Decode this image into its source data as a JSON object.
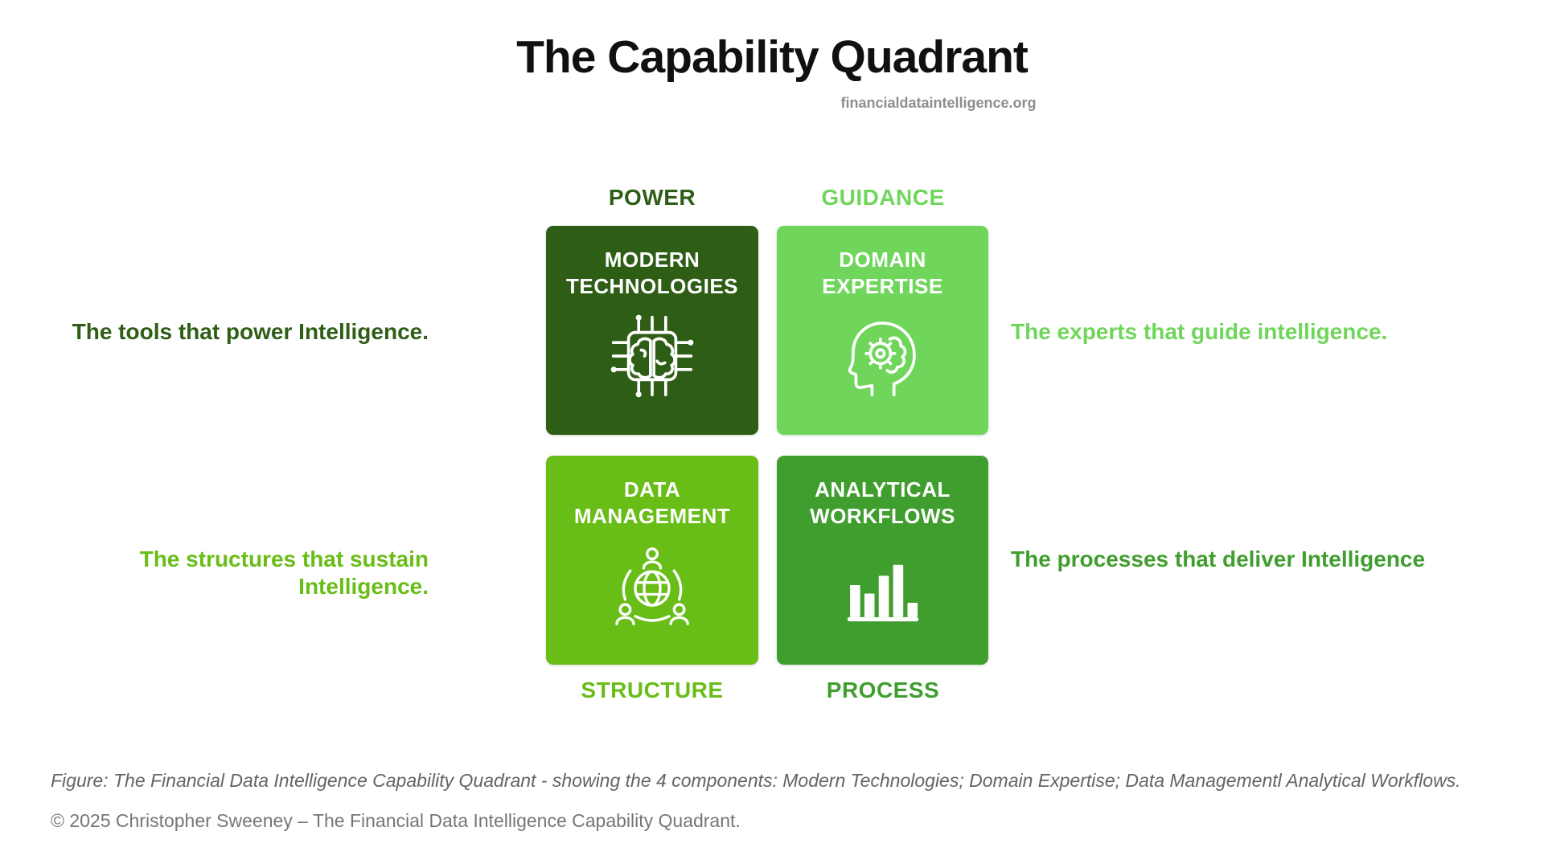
{
  "header": {
    "title": "The Capability Quadrant",
    "source": "financialdataintelligence.org"
  },
  "quadrant": {
    "text_color_on_cells": "#ffffff",
    "cells": [
      {
        "id": "modern-technologies",
        "axis_label": "POWER",
        "axis_position": "top",
        "title_lines": [
          "MODERN",
          "TECHNOLOGIES"
        ],
        "icon": "chip-brain-icon",
        "color": "#2e5d15",
        "description": "The tools that power Intelligence."
      },
      {
        "id": "domain-expertise",
        "axis_label": "GUIDANCE",
        "axis_position": "top",
        "title_lines": [
          "DOMAIN",
          "EXPERTISE"
        ],
        "icon": "head-gear-icon",
        "color": "#70d65b",
        "description": "The experts that guide intelligence."
      },
      {
        "id": "data-management",
        "axis_label": "STRUCTURE",
        "axis_position": "bottom",
        "title_lines": [
          "DATA",
          "MANAGEMENT"
        ],
        "icon": "globe-people-icon",
        "color": "#69bd17",
        "description": "The structures that sustain Intelligence."
      },
      {
        "id": "analytical-workflows",
        "axis_label": "PROCESS",
        "axis_position": "bottom",
        "title_lines": [
          "ANALYTICAL",
          "WORKFLOWS"
        ],
        "icon": "bar-chart-icon",
        "color": "#3f9e2e",
        "description": "The processes that deliver Intelligence"
      }
    ]
  },
  "footer": {
    "figure_caption": "Figure: The Financial Data Intelligence Capability Quadrant - showing the 4 components: Modern Technologies; Domain Expertise; Data Managementl Analytical Workflows.",
    "copyright": "© 2025 Christopher Sweeney – The Financial Data Intelligence Capability Quadrant."
  }
}
